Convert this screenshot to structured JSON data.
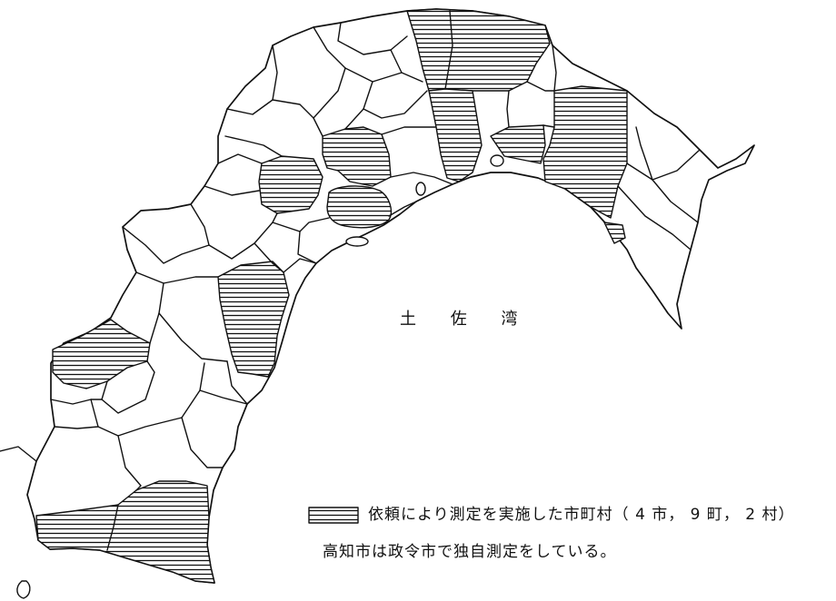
{
  "map": {
    "bay_label": "土 佐 湾",
    "ink_color": "#111111",
    "land_fill": "#ffffff"
  },
  "legend": {
    "label": "依頼により測定を実施した市町村（ 4 市， 9 町， 2 村）"
  },
  "note": "高知市は政令市で独自測定をしている。"
}
